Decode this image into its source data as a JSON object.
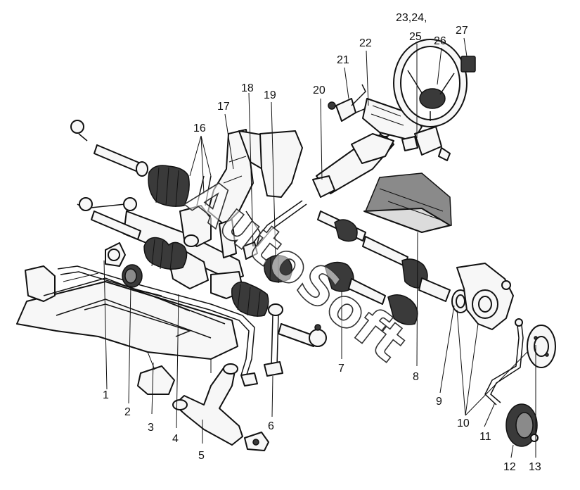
{
  "diagram": {
    "background": "#ffffff",
    "ink": "#111111",
    "watermark": "AutoSoft",
    "callouts": [
      "1",
      "2",
      "3",
      "4",
      "5",
      "6",
      "7",
      "8",
      "9",
      "10",
      "11",
      "12",
      "13",
      "16",
      "17",
      "18",
      "19",
      "20",
      "21",
      "22",
      "23,24,",
      "25",
      "26",
      "27"
    ]
  }
}
